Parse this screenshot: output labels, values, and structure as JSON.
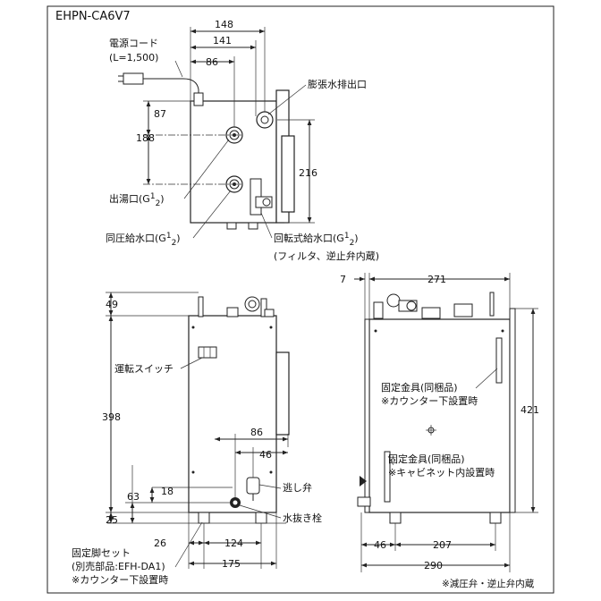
{
  "model": "EHPN-CA6V7",
  "labels": {
    "power_cord": "電源コード",
    "power_cord_length": "(L=1,500)",
    "expansion_drain": "膨張水排出口",
    "hot_outlet_a": "出湯口(G",
    "hot_outlet_b": ")",
    "same_pressure_inlet_a": "同圧給水口(G",
    "same_pressure_inlet_b": ")",
    "rotary_inlet_a": "回転式給水口(G",
    "rotary_inlet_b": ")",
    "rotary_inlet_note": "(フィルタ、逆止弁内蔵)",
    "fraction_num": "1",
    "fraction_den": "2",
    "run_switch": "運転スイッチ",
    "relief_valve": "逃し弁",
    "drain_plug": "水抜き栓",
    "fixed_legs": "固定脚セット",
    "fixed_legs_part": "(別売部品:EFH-DA1)",
    "fixed_legs_note": "※カウンター下設置時",
    "bracket_1": "固定金具(同梱品)",
    "bracket_1_note": "※カウンター下設置時",
    "bracket_2": "固定金具(同梱品)",
    "bracket_2_note": "※キャビネット内設置時",
    "footnote": "※減圧弁・逆止弁内蔵"
  },
  "dimensions": {
    "top_148": "148",
    "top_141": "141",
    "top_86": "86",
    "top_87": "87",
    "top_188": "188",
    "top_216": "216",
    "front_49": "49",
    "front_398": "398",
    "front_86": "86",
    "front_46": "46",
    "front_63": "63",
    "front_18": "18",
    "front_25": "25",
    "front_26": "26",
    "front_124": "124",
    "front_175": "175",
    "side_7": "7",
    "side_271": "271",
    "side_421": "421",
    "side_46": "46",
    "side_207": "207",
    "side_290": "290"
  }
}
